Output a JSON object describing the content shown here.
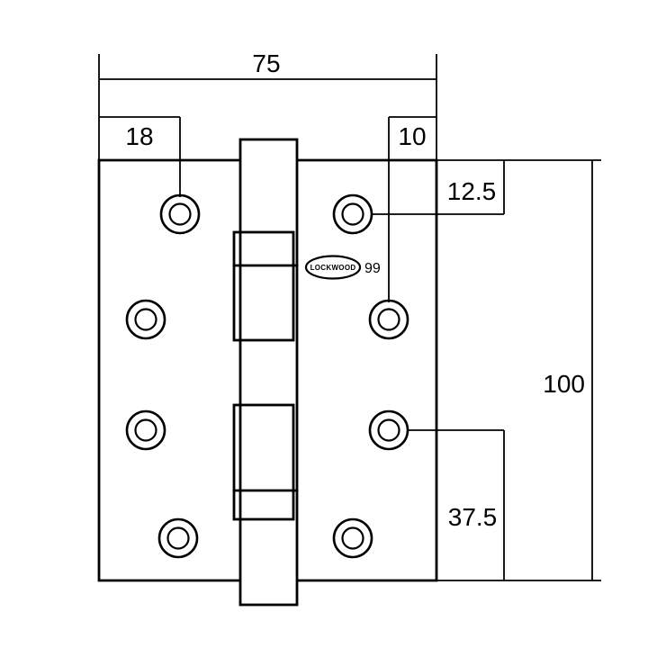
{
  "logo": {
    "brand": "LOCKWOOD",
    "model": "99"
  },
  "dimensions": {
    "overall_width": "75",
    "left_edge_to_hole": "18",
    "hole_to_right_edge": "10",
    "top_to_first_hole": "12.5",
    "overall_height": "100",
    "third_hole_to_bottom": "37.5"
  },
  "colors": {
    "line": "#000000",
    "background": "#ffffff"
  }
}
